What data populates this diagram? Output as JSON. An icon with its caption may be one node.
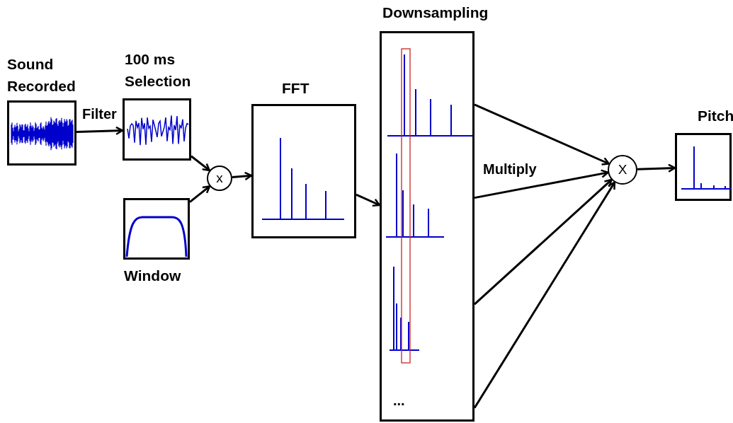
{
  "diagram": {
    "nodes": [
      {
        "text": [
          "Sound Recorded"
        ]
      },
      {
        "text": [
          "100 ms Selection"
        ]
      },
      {
        "text": [
          "Window"
        ]
      },
      {
        "text": [
          "x"
        ]
      },
      {
        "text": [
          "FFT"
        ]
      },
      {
        "text": [
          "Downsampling",
          "..."
        ]
      },
      {
        "text": [
          "X"
        ]
      },
      {
        "text": [
          "Pitch"
        ]
      }
    ],
    "edges": [
      {
        "from": 0,
        "to": 1,
        "arrow": "to",
        "label": "Filter"
      },
      {
        "from": 1,
        "to": 3,
        "arrow": "to"
      },
      {
        "from": 2,
        "to": 3,
        "arrow": "to"
      },
      {
        "from": 3,
        "to": 4,
        "arrow": "to"
      },
      {
        "from": 4,
        "to": 5,
        "arrow": "to"
      },
      {
        "from": 5,
        "to": 6,
        "arrow": "to"
      },
      {
        "from": 5,
        "to": 6,
        "arrow": "to",
        "label": "Multiply"
      },
      {
        "from": 5,
        "to": 6,
        "arrow": "to"
      },
      {
        "from": 5,
        "to": 6,
        "arrow": "to"
      },
      {
        "from": 6,
        "to": 7,
        "arrow": "to"
      }
    ]
  }
}
